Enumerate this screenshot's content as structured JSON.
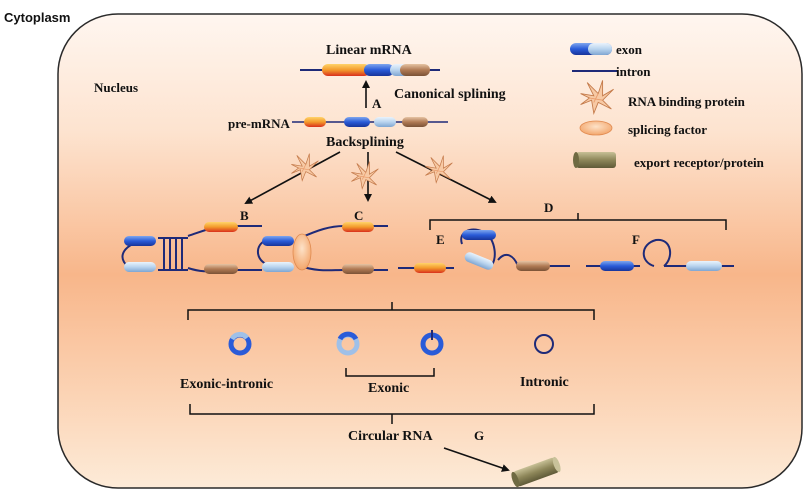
{
  "labels": {
    "cytoplasm": "Cytoplasm",
    "nucleus": "Nucleus",
    "linear_mrna": "Linear mRNA",
    "canonical": "Canonical splining",
    "pre_mrna": "pre-mRNA",
    "backsplining": "Backsplining",
    "exonic_intronic": "Exonic-intronic",
    "exonic": "Exonic",
    "intronic": "Intronic",
    "circular_rna": "Circular RNA",
    "letters": {
      "a": "A",
      "b": "B",
      "c": "C",
      "d": "D",
      "e": "E",
      "f": "F",
      "g": "G"
    }
  },
  "legend": [
    {
      "key": "exon",
      "label": "exon"
    },
    {
      "key": "intron",
      "label": "intron"
    },
    {
      "key": "rbp",
      "label": "RNA binding protein"
    },
    {
      "key": "splicing",
      "label": "splicing factor"
    },
    {
      "key": "export",
      "label": "export receptor/protein"
    }
  ],
  "colors": {
    "cell_top": "#fff3ea",
    "cell_mid": "#f8b98a",
    "cell_bottom": "#fdebd8",
    "cell_border": "#2a2a2a",
    "intron": "#1e2a78",
    "exon_blue": "#2a5bd8",
    "exon_light": "#b9d4ee",
    "exon_orange": "#e8862a",
    "exon_brown": "#b07a54",
    "exon_red": "#d92e1a",
    "export_olive": "#8d8659"
  }
}
